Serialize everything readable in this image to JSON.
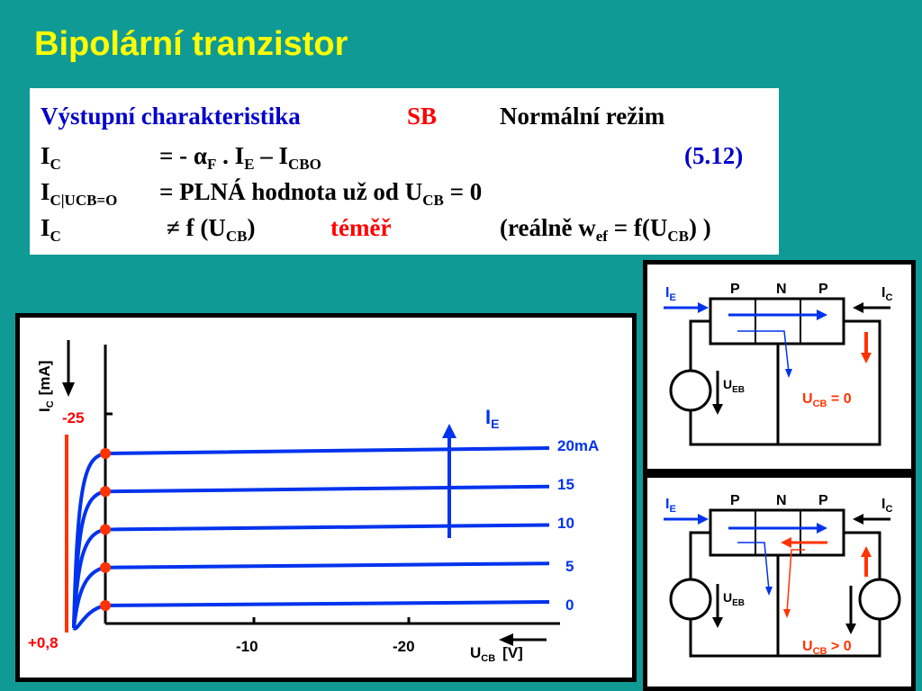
{
  "title": "Bipolární tranzistor",
  "equations": {
    "row1": {
      "label": "Výstupní charakteristika",
      "sb": "SB",
      "mode": "Normální režim"
    },
    "row2": {
      "lhs": "I",
      "lhs_sub": "C",
      "rhs_a": "= - α",
      "rhs_a_sub": "F",
      "rhs_b": " . I",
      "rhs_b_sub": "E",
      "rhs_c": " – I",
      "rhs_c_sub": "CBO",
      "ref": "(5.12)"
    },
    "row3": {
      "lhs": "I",
      "lhs_sub": "C|UCB=O",
      "rhs": "= PLNÁ hodnota už od U",
      "rhs_sub": "CB",
      "rhs_end": " = 0"
    },
    "row4": {
      "lhs": "I",
      "lhs_sub": "C",
      "neq": "≠",
      "rhs": " f (U",
      "rhs_sub": "CB",
      "rhs_end": ")",
      "almost": "téměř",
      "real": "(reálně w",
      "real_sub": "ef",
      "real_mid": " = f(U",
      "real_sub2": "CB",
      "real_end": ") )"
    }
  },
  "chart": {
    "y_label": "I",
    "y_label_sub": "C",
    "y_unit": "[mA]",
    "y_tick": "-25",
    "x_ticks": [
      "-10",
      "-20"
    ],
    "x_label": "U",
    "x_label_sub": "CB",
    "x_unit": "[V]",
    "origin_label": "+0,8",
    "param_label": "I",
    "param_label_sub": "E",
    "curve_labels": [
      "20mA",
      "15",
      "10",
      "5",
      "0"
    ]
  },
  "chart_data": {
    "type": "line",
    "series": [
      {
        "name": "20mA",
        "level": 20
      },
      {
        "name": "15",
        "level": 15
      },
      {
        "name": "10",
        "level": 10
      },
      {
        "name": "5",
        "level": 5
      },
      {
        "name": "0",
        "level": 0
      }
    ]
  },
  "diagram_top": {
    "ie": "I",
    "ie_sub": "E",
    "p1": "P",
    "n": "N",
    "p2": "P",
    "ic": "I",
    "ic_sub": "C",
    "ueb": "U",
    "ueb_sub": "EB",
    "ucb": "U",
    "ucb_sub": "CB",
    "ucb_val": " = 0"
  },
  "diagram_bottom": {
    "ie": "I",
    "ie_sub": "E",
    "p1": "P",
    "n": "N",
    "p2": "P",
    "ic": "I",
    "ic_sub": "C",
    "ueb": "U",
    "ueb_sub": "EB",
    "ucb": "U",
    "ucb_sub": "CB",
    "ucb_val": " > 0"
  },
  "colors": {
    "bg": "#0f9a96",
    "title": "#ffff00",
    "curve": "#0033ee",
    "accent_red": "#ff3300"
  }
}
